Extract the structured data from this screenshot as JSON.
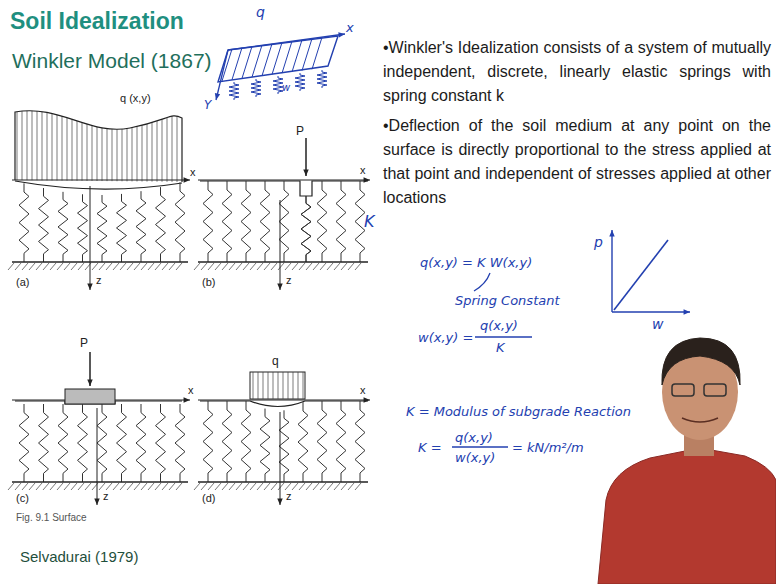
{
  "diagram": {
    "title": "Soil Idealization",
    "labels": [
      "Winkler Model (1867)",
      "•Winkler's Idealization consists of a system of mutually independent, discrete, linearly elastic springs with spring constant k",
      "•Deflection of the soil medium at any point on the surface is directly proportional to the stress applied at that point and independent of stresses applied at other locations",
      "q (x,y)",
      "x",
      "z",
      "(a)",
      "P",
      "x",
      "z",
      "(b)",
      "K",
      "P",
      "x",
      "z",
      "(c)",
      "q",
      "x",
      "z",
      "(d)",
      "Fig. 9.1 Surface",
      "q",
      "x",
      "Y",
      "w",
      "q(x,y) = K W(x,y)",
      "Spring Constant",
      "w(x,y) =",
      "q(x,y)",
      "K",
      "K = Modulus of subgrade Reaction",
      "K =",
      "q(x,y)",
      "w(x,y)",
      "= kN/m²/m",
      "p",
      "w",
      "Selvadurai (1979)"
    ]
  }
}
